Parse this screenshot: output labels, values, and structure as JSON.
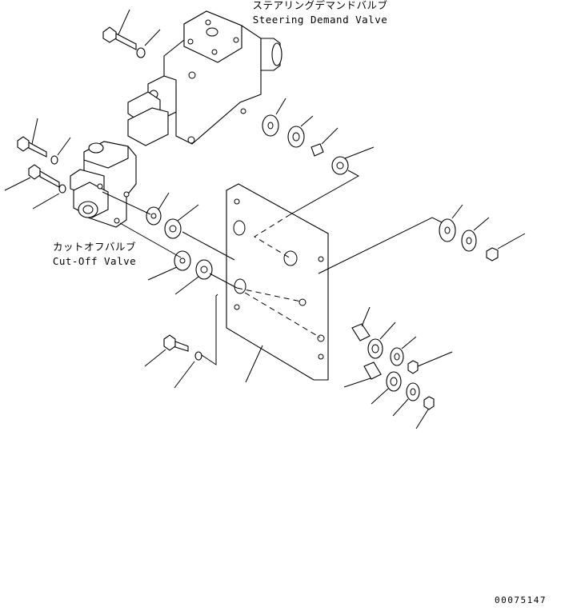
{
  "labels": {
    "steering_valve_jp": "ステアリングデマンドバルブ",
    "steering_valve_en": "Steering Demand Valve",
    "cutoff_valve_jp": "カットオフバルブ",
    "cutoff_valve_en": "Cut-Off Valve"
  },
  "drawing_number": "00075147",
  "colors": {
    "line": "#000000",
    "background": "#ffffff"
  }
}
